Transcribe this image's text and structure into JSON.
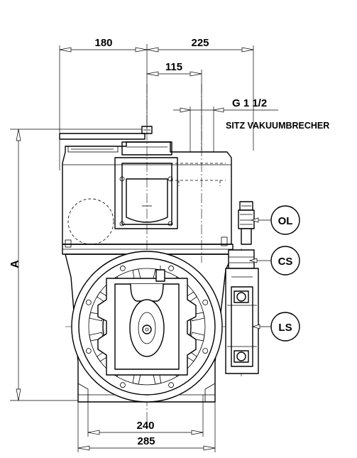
{
  "dimensions": {
    "d180": "180",
    "d225": "225",
    "d115": "115",
    "thread": "G 1 1/2",
    "seat_note": "SITZ VAKUUMBRECHER",
    "height": "A",
    "d240": "240",
    "d285": "285"
  },
  "connections": {
    "ol": "OL",
    "cs": "CS",
    "ls": "LS"
  }
}
